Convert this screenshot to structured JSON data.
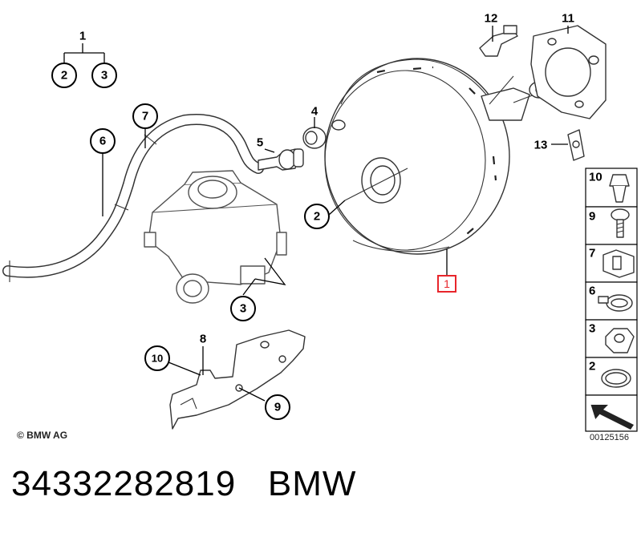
{
  "labels": {
    "n1": "1",
    "n2": "2",
    "n3": "3",
    "n4": "4",
    "n5": "5",
    "n6": "6",
    "n7": "7",
    "n8": "8",
    "n9": "9",
    "n10": "10",
    "n11": "11",
    "n12": "12",
    "n13": "13",
    "n2b": "2",
    "n3b": "3",
    "n10b": "10",
    "n9b": "9",
    "highlight": "1"
  },
  "sidebar": [
    "10",
    "9",
    "7",
    "6",
    "3",
    "2"
  ],
  "copyright": "© BMW AG",
  "image_code": "00125156",
  "footer": {
    "part_number": "34332282819",
    "brand": "BMW"
  },
  "colors": {
    "highlight": "#e8252b"
  }
}
